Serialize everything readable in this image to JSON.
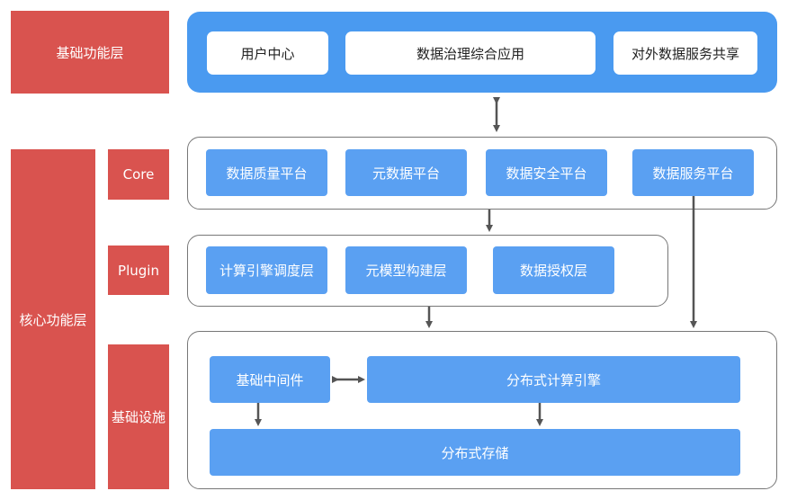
{
  "labels": {
    "basic_layer": "基础功能层",
    "core_layer": "核心功能层",
    "core": "Core",
    "plugin": "Plugin",
    "infra": "基础设施"
  },
  "top": {
    "items": [
      "用户中心",
      "数据治理综合应用",
      "对外数据服务共享"
    ]
  },
  "core": {
    "items": [
      "数据质量平台",
      "元数据平台",
      "数据安全平台",
      "数据服务平台"
    ]
  },
  "plugin": {
    "items": [
      "计算引擎调度层",
      "元模型构建层",
      "数据授权层"
    ]
  },
  "infra": {
    "middleware": "基础中间件",
    "compute": "分布式计算引擎",
    "storage": "分布式存储"
  },
  "colors": {
    "label_red": "#d9534f",
    "top_blue": "#4a9af0",
    "box_blue": "#5aa0f2",
    "arrow": "#555555"
  }
}
